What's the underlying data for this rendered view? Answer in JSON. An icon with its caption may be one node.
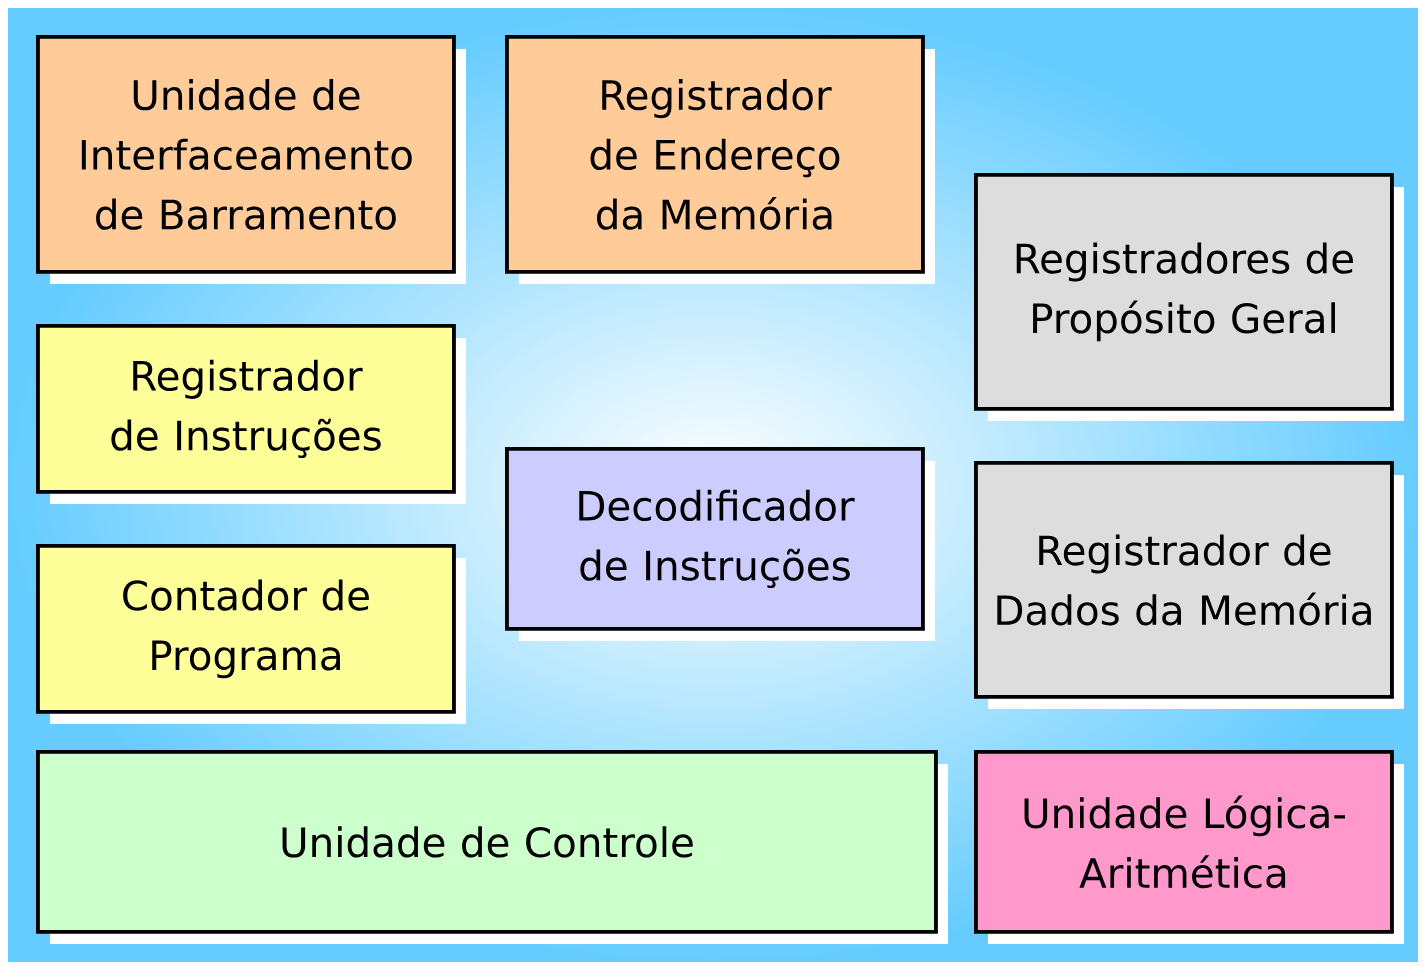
{
  "diagram": {
    "nodes": [
      {
        "text": [
          "Unidade de Interfaceamento de Barramento"
        ]
      },
      {
        "text": [
          "Registrador de Endereço da Memória"
        ]
      },
      {
        "text": [
          "Registradores de Propósito Geral"
        ]
      },
      {
        "text": [
          "Registrador de Instruções"
        ]
      },
      {
        "text": [
          "Decodificador de Instruções"
        ]
      },
      {
        "text": [
          "Registrador de Dados da Memória"
        ]
      },
      {
        "text": [
          "Contador de Programa"
        ]
      },
      {
        "text": [
          "Unidade de Controle"
        ]
      },
      {
        "text": [
          "Unidade Lógica-Aritmética"
        ]
      }
    ]
  }
}
